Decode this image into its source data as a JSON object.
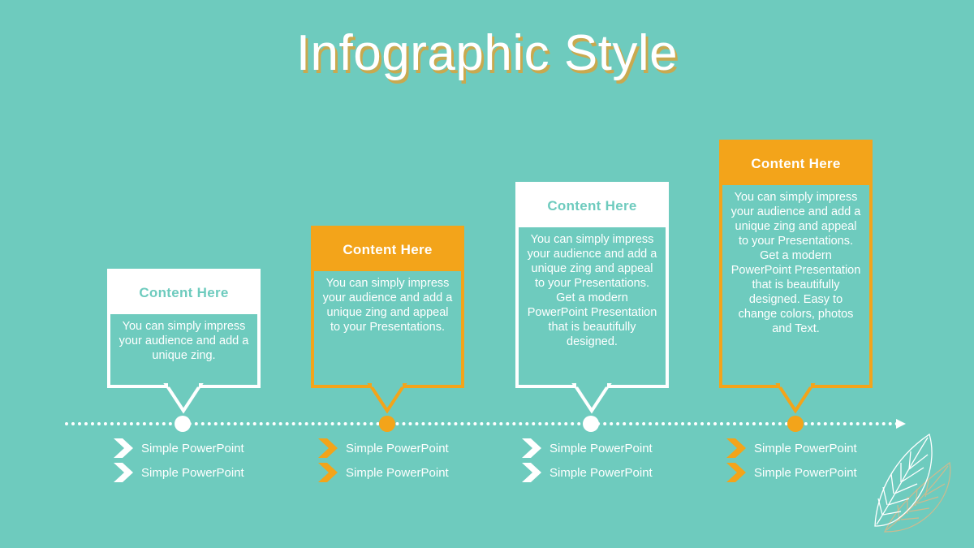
{
  "title": "Infographic Style",
  "colors": {
    "background": "#6ecbbe",
    "white": "#ffffff",
    "orange": "#f3a41a",
    "title_shadow": "#c9a94f"
  },
  "cards": [
    {
      "heading": "Content  Here",
      "text": "You can simply impress your audience and add a unique zing.",
      "style": "white"
    },
    {
      "heading": "Content  Here",
      "text": "You can simply impress your audience and add a unique zing and appeal to your Presentations.",
      "style": "orange"
    },
    {
      "heading": "Content  Here",
      "text": "You can simply impress your audience and add a unique zing and appeal to your Presentations. Get a modern PowerPoint Presentation that is beautifully designed.",
      "style": "white"
    },
    {
      "heading": "Content  Here",
      "text": "You can simply impress your audience and add a unique zing and appeal to your Presentations. Get a modern PowerPoint Presentation that is beautifully designed. Easy to change colors, photos and Text.",
      "style": "orange"
    }
  ],
  "timeline_items": [
    [
      "Simple PowerPoint",
      "Simple PowerPoint"
    ],
    [
      "Simple PowerPoint",
      "Simple PowerPoint"
    ],
    [
      "Simple PowerPoint",
      "Simple PowerPoint"
    ],
    [
      "Simple PowerPoint",
      "Simple PowerPoint"
    ]
  ],
  "icons": {
    "bullet": "chevron-right-icon",
    "decoration": "leaf-icon"
  }
}
